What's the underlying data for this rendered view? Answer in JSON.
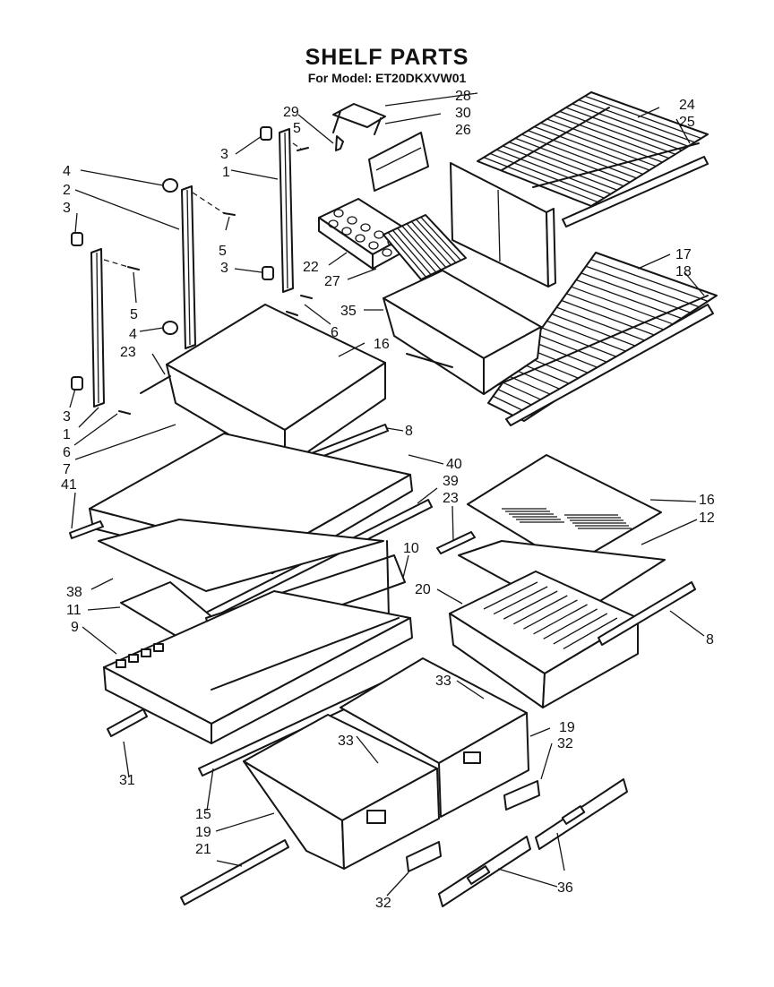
{
  "title": "SHELF PARTS",
  "subtitle": "For Model: ET20DKXVW01",
  "callouts": [
    {
      "id": "c28",
      "text": "28"
    },
    {
      "id": "c29",
      "text": "29"
    },
    {
      "id": "c30",
      "text": "30"
    },
    {
      "id": "c5a",
      "text": "5"
    },
    {
      "id": "c26",
      "text": "26"
    },
    {
      "id": "c24",
      "text": "24"
    },
    {
      "id": "c25",
      "text": "25"
    },
    {
      "id": "c3a",
      "text": "3"
    },
    {
      "id": "c1a",
      "text": "1"
    },
    {
      "id": "c4a",
      "text": "4"
    },
    {
      "id": "c2",
      "text": "2"
    },
    {
      "id": "c3b",
      "text": "3"
    },
    {
      "id": "c5b",
      "text": "5"
    },
    {
      "id": "c22",
      "text": "22"
    },
    {
      "id": "c3c",
      "text": "3"
    },
    {
      "id": "c27",
      "text": "27"
    },
    {
      "id": "c17",
      "text": "17"
    },
    {
      "id": "c18",
      "text": "18"
    },
    {
      "id": "c5c",
      "text": "5"
    },
    {
      "id": "c35",
      "text": "35"
    },
    {
      "id": "c4b",
      "text": "4"
    },
    {
      "id": "c6a",
      "text": "6"
    },
    {
      "id": "c16a",
      "text": "16"
    },
    {
      "id": "c23a",
      "text": "23"
    },
    {
      "id": "c3d",
      "text": "3"
    },
    {
      "id": "c1b",
      "text": "1"
    },
    {
      "id": "c6b",
      "text": "6"
    },
    {
      "id": "c7",
      "text": "7"
    },
    {
      "id": "c8a",
      "text": "8"
    },
    {
      "id": "c40",
      "text": "40"
    },
    {
      "id": "c41",
      "text": "41"
    },
    {
      "id": "c39",
      "text": "39"
    },
    {
      "id": "c23b",
      "text": "23"
    },
    {
      "id": "c16b",
      "text": "16"
    },
    {
      "id": "c12",
      "text": "12"
    },
    {
      "id": "c10",
      "text": "10"
    },
    {
      "id": "c38",
      "text": "38"
    },
    {
      "id": "c11",
      "text": "11"
    },
    {
      "id": "c20",
      "text": "20"
    },
    {
      "id": "c9",
      "text": "9"
    },
    {
      "id": "c8b",
      "text": "8"
    },
    {
      "id": "c33a",
      "text": "33"
    },
    {
      "id": "c19a",
      "text": "19"
    },
    {
      "id": "c33b",
      "text": "33"
    },
    {
      "id": "c32a",
      "text": "32"
    },
    {
      "id": "c31",
      "text": "31"
    },
    {
      "id": "c15",
      "text": "15"
    },
    {
      "id": "c19b",
      "text": "19"
    },
    {
      "id": "c21",
      "text": "21"
    },
    {
      "id": "c36",
      "text": "36"
    },
    {
      "id": "c32b",
      "text": "32"
    }
  ]
}
